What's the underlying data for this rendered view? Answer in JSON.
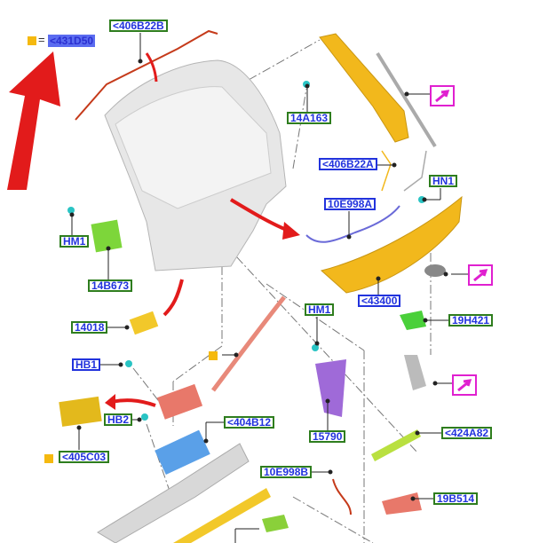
{
  "legend": {
    "equals": "=",
    "ref": "<431D50",
    "marker_color": "#f5b90f"
  },
  "labels": {
    "l406B22B": "<406B22B",
    "l14A163": "14A163",
    "l406B22A": "<406B22A",
    "lHN1": "HN1",
    "l10E998A": "10E998A",
    "lHM1a": "HM1",
    "l14B673": "14B673",
    "l43400": "<43400",
    "lHM1b": "HM1",
    "l19H421": "19H421",
    "l14018": "14018",
    "lHB1": "HB1",
    "l404B12": "<404B12",
    "lHB2": "HB2",
    "l424A82": "<424A82",
    "l15790": "15790",
    "l405C03": "<405C03",
    "l10E998B": "10E998B",
    "l19B514": "19B514"
  },
  "colors": {
    "green_border": "#2e7d1e",
    "blue_border": "#2233dd",
    "magenta": "#e020d0",
    "arrow_red": "#e21b1b",
    "part_yellow": "#f2b81c"
  }
}
